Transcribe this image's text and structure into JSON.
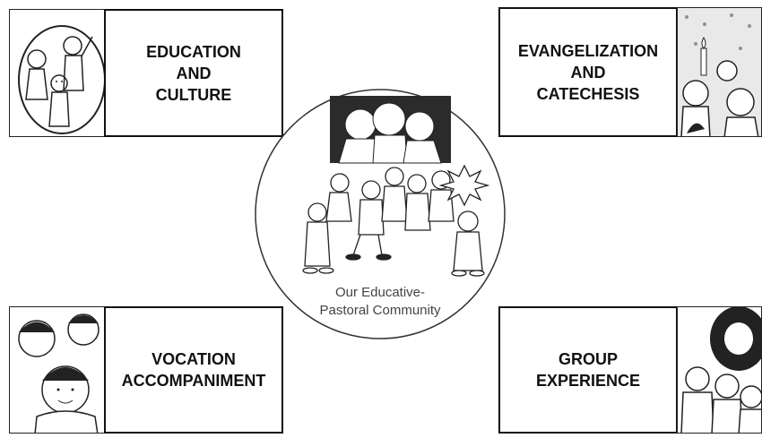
{
  "diagram": {
    "center": {
      "caption_line1": "Our Educative-",
      "caption_line2": "Pastoral Community"
    },
    "boxes": [
      {
        "id": "top-left",
        "label": "EDUCATION\nAND\nCULTURE"
      },
      {
        "id": "top-right",
        "label": "EVANGELIZATION\nAND\nCATECHESIS"
      },
      {
        "id": "bottom-left",
        "label": "VOCATION\nACCOMPANIMENT"
      },
      {
        "id": "bottom-right",
        "label": "GROUP\nEXPERIENCE"
      }
    ]
  }
}
